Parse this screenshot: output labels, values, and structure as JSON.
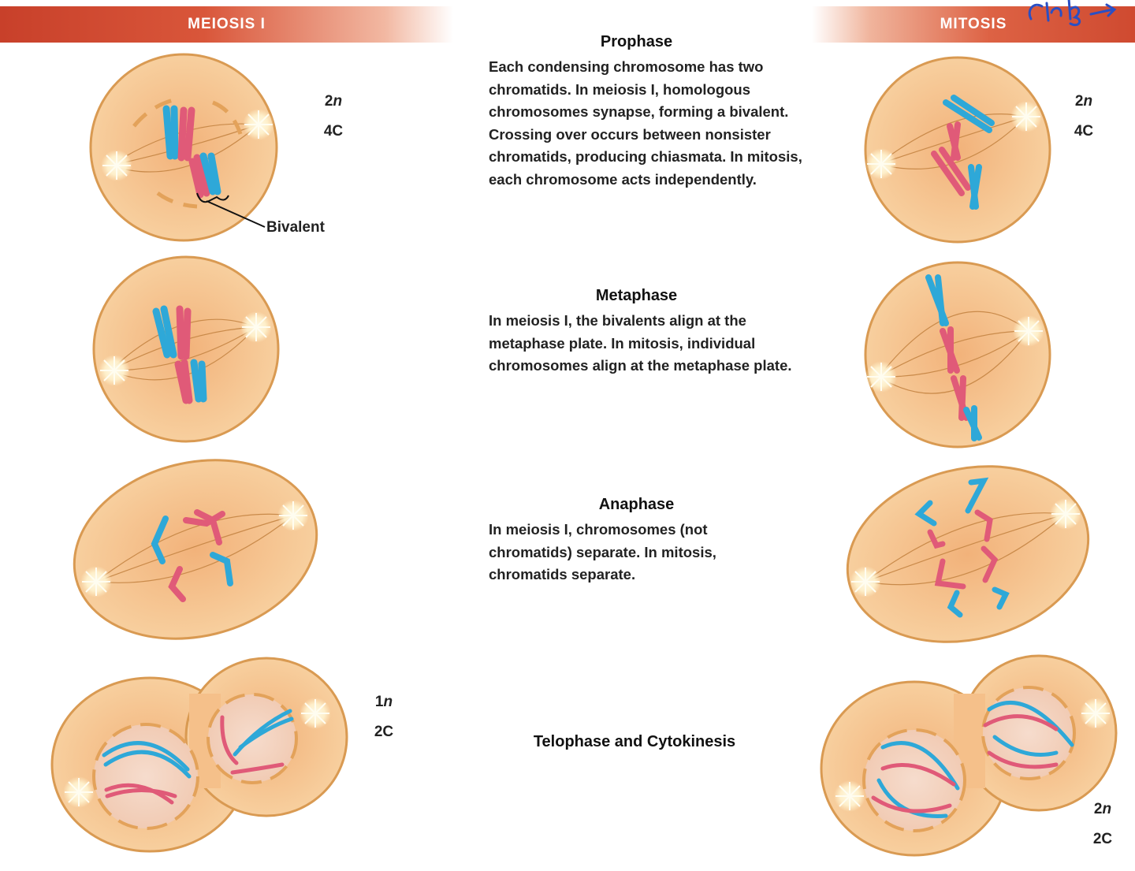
{
  "banners": {
    "left": "MEIOSIS I",
    "right": "MITOSIS"
  },
  "annotation": {
    "handwritten": "(41,B →"
  },
  "labels": {
    "bivalent": "Bivalent"
  },
  "ploidy": {
    "meiosis_prophase": {
      "n_num": "2",
      "n_sym": "n",
      "c": "4C"
    },
    "mitosis_prophase": {
      "n_num": "2",
      "n_sym": "n",
      "c": "4C"
    },
    "meiosis_telophase": {
      "n_num": "1",
      "n_sym": "n",
      "c": "2C"
    },
    "mitosis_telophase": {
      "n_num": "2",
      "n_sym": "n",
      "c": "2C"
    }
  },
  "stages": {
    "prophase": {
      "title": "Prophase",
      "text": "Each condensing chromosome has two chromatids. In meiosis I, homologous chromosomes synapse, forming a bivalent.  Crossing over occurs between nonsister chromatids, producing chiasmata. In mitosis, each chromosome acts independently."
    },
    "metaphase": {
      "title": "Metaphase",
      "text": "In meiosis I, the bivalents align at the metaphase plate. In mitosis, individual chromosomes align at the metaphase plate."
    },
    "anaphase": {
      "title": "Anaphase",
      "text": "In meiosis I, chromosomes (not chromatids) separate. In mitosis, chromatids separate."
    },
    "telophase": {
      "title": "Telophase and Cytokinesis"
    }
  },
  "colors": {
    "cell_fill": "#f6c48c",
    "cell_stroke": "#d99a52",
    "blue_chromosome": "#2ea8d8",
    "red_chromosome": "#e05a78",
    "banner": "#d24a31"
  }
}
